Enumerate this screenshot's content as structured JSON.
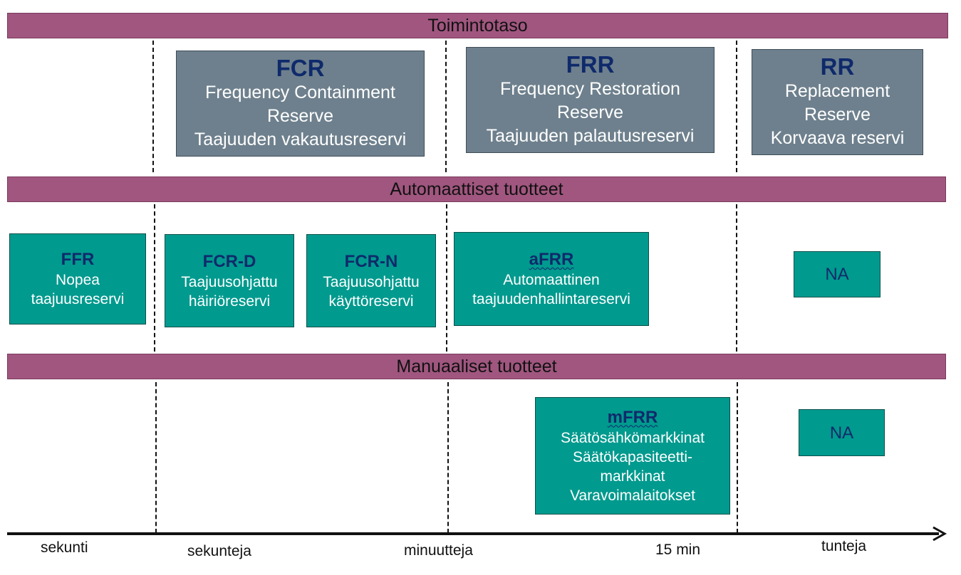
{
  "bands": {
    "top": "Toimintotaso",
    "middle": "Automaattiset tuotteet",
    "bottom": "Manuaaliset tuotteet"
  },
  "top_row": [
    {
      "abbr": "FCR",
      "lines": [
        "Frequency Containment",
        "Reserve",
        "Taajuuden vakautusreservi"
      ]
    },
    {
      "abbr": "FRR",
      "lines": [
        "Frequency Restoration",
        "Reserve",
        "Taajuuden palautusreservi"
      ]
    },
    {
      "abbr": "RR",
      "lines": [
        "Replacement",
        "Reserve",
        "Korvaava reservi"
      ]
    }
  ],
  "auto_row": [
    {
      "abbr": "FFR",
      "lines": [
        "Nopea",
        "taajuusreservi"
      ]
    },
    {
      "abbr": "FCR-D",
      "lines": [
        "Taajuusohjattu",
        "häiriöreservi"
      ]
    },
    {
      "abbr": "FCR-N",
      "lines": [
        "Taajuusohjattu",
        "käyttöreservi"
      ]
    },
    {
      "abbr": "aFRR",
      "lines": [
        "Automaattinen",
        "taajuudenhallintareservi"
      ]
    },
    {
      "na": "NA"
    }
  ],
  "manual_row": [
    {
      "abbr": "mFRR",
      "lines": [
        "Säätösähkömarkkinat",
        "Säätökapasiteetti-",
        "markkinat",
        "Varavoimalaitokset"
      ]
    },
    {
      "na": "NA"
    }
  ],
  "timeline": [
    "sekunti",
    "sekunteja",
    "minuutteja",
    "15 min",
    "tunteja"
  ],
  "colors": {
    "band": "#a0567f",
    "grey_box": "#6e808d",
    "teal_box": "#009a8e",
    "abbr_text": "#0f2a6b"
  }
}
